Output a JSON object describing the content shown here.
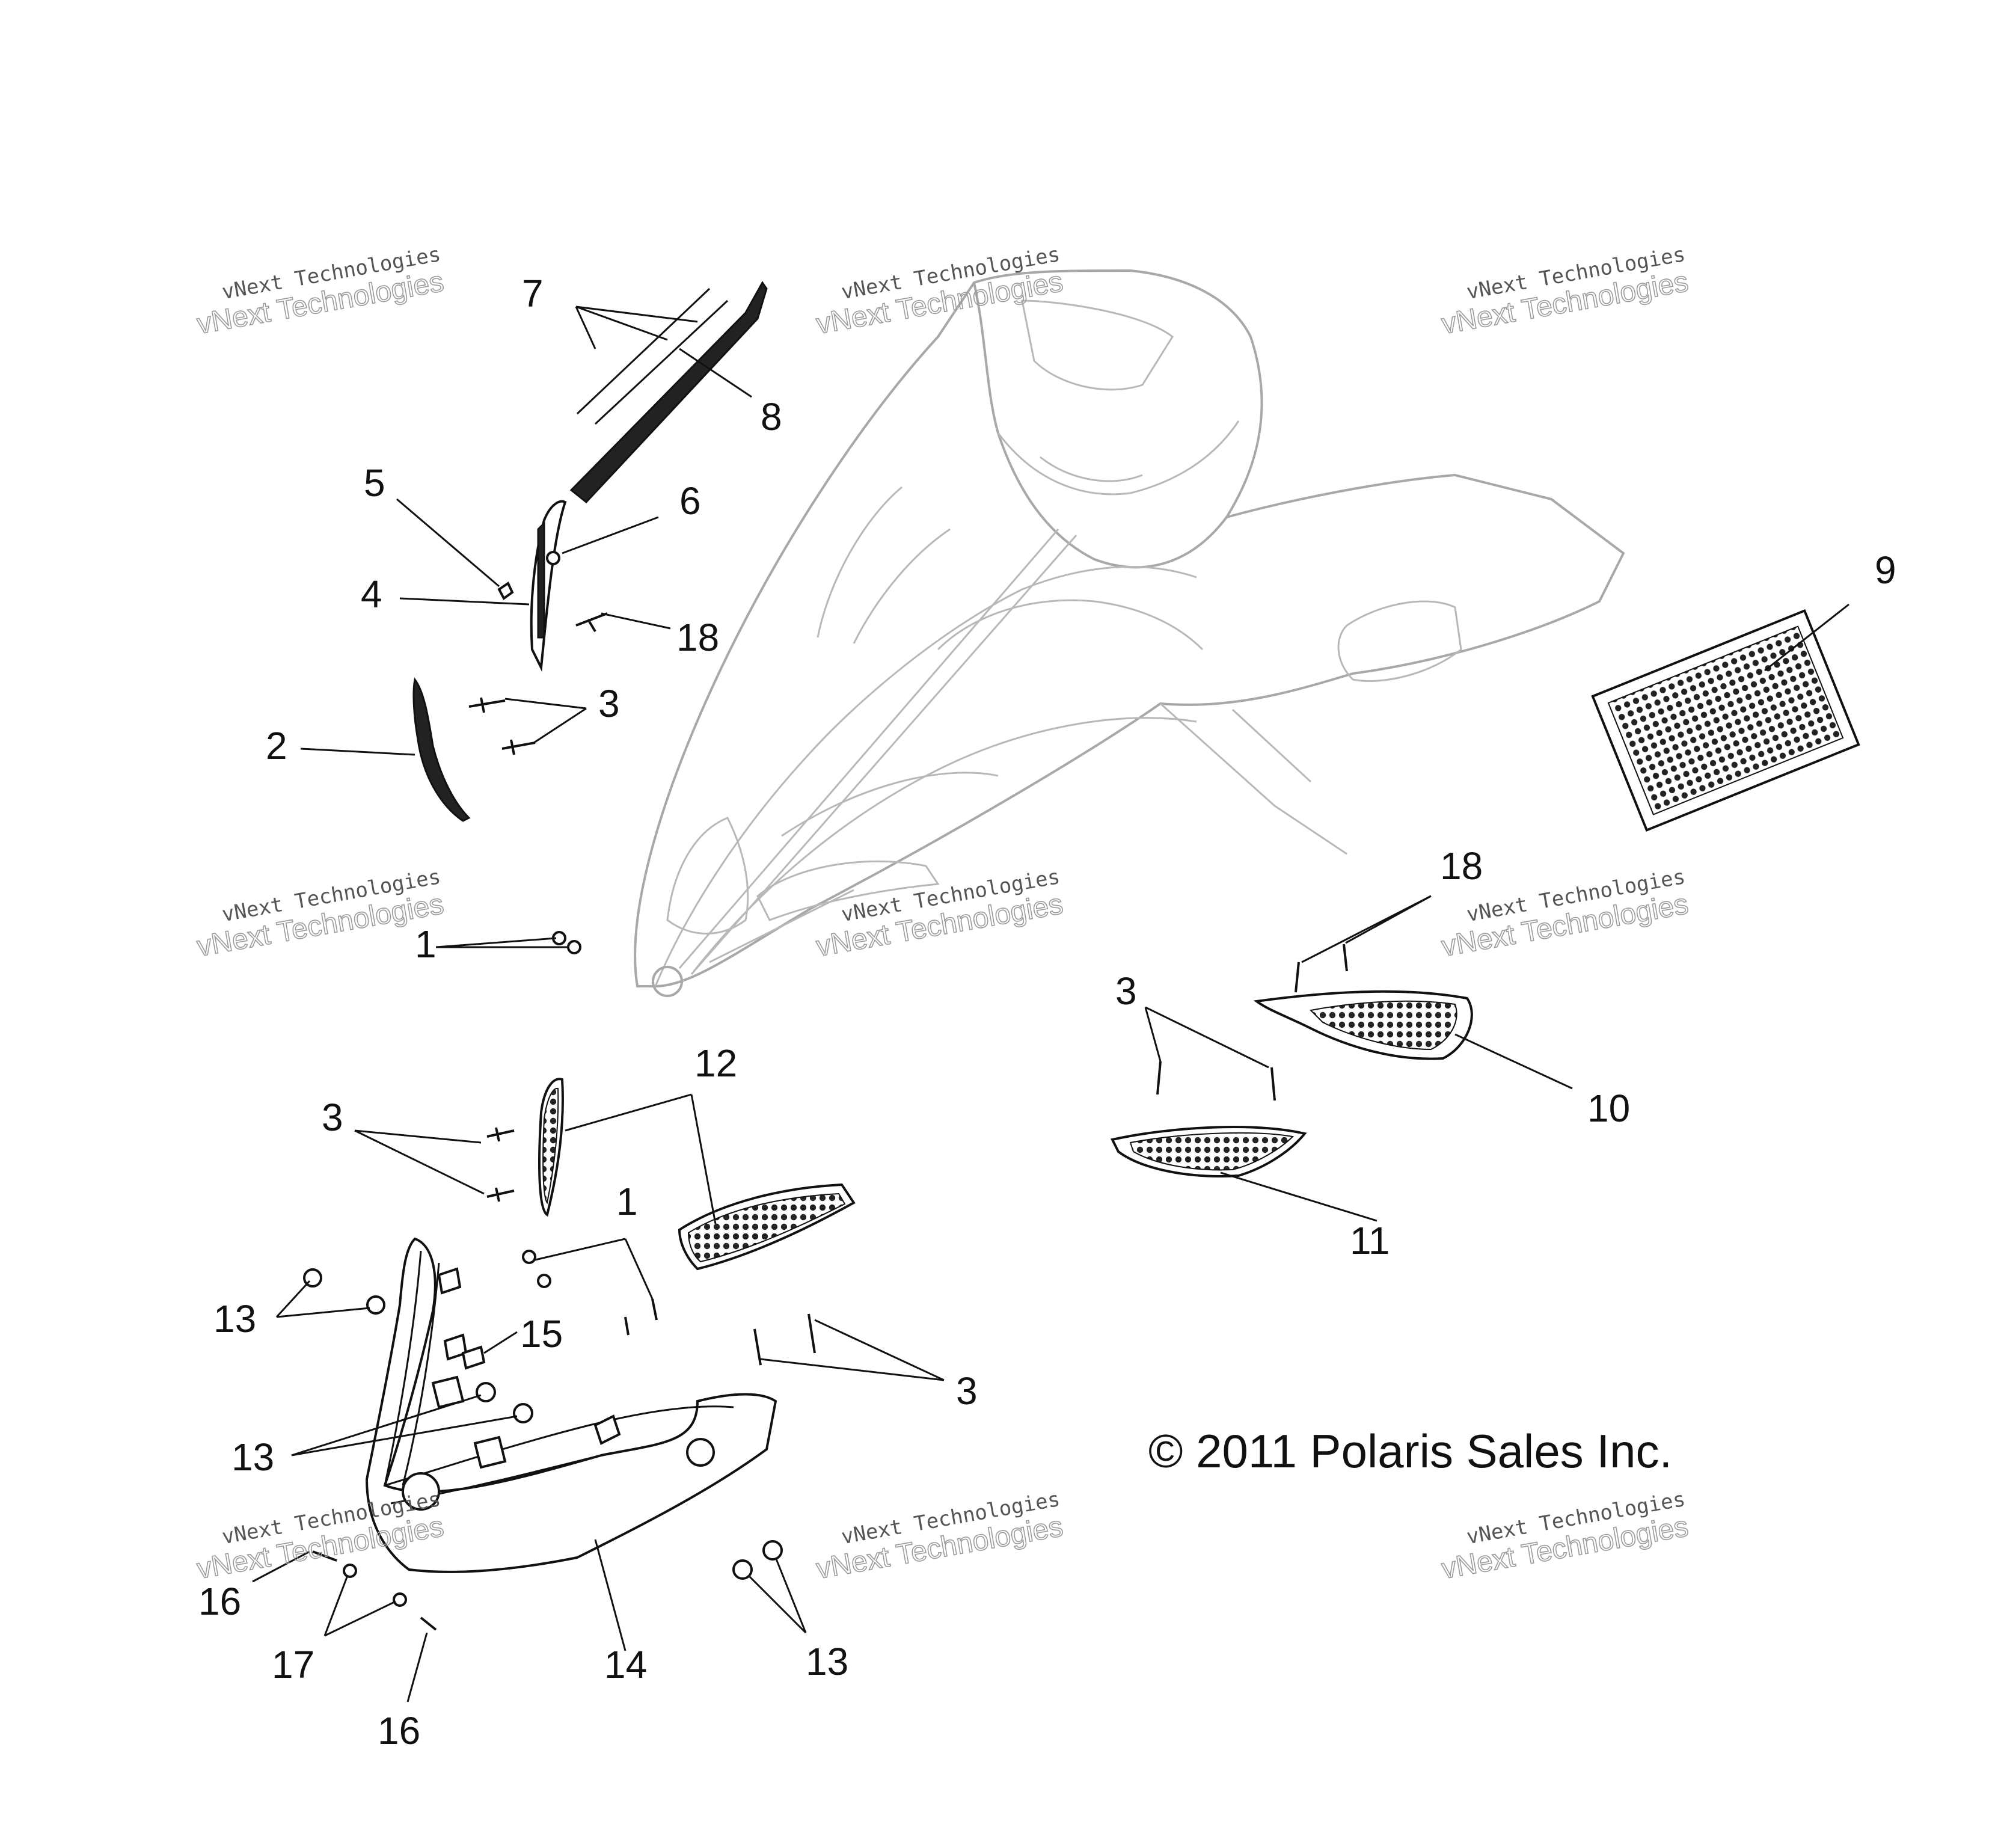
{
  "callouts": {
    "c1a": "1",
    "c1b": "1",
    "c2": "2",
    "c3a": "3",
    "c3b": "3",
    "c3c": "3",
    "c3d": "3",
    "c4": "4",
    "c5": "5",
    "c6": "6",
    "c7": "7",
    "c8": "8",
    "c9": "9",
    "c10": "10",
    "c11": "11",
    "c12": "12",
    "c13a": "13",
    "c13b": "13",
    "c13c": "13",
    "c14": "14",
    "c15": "15",
    "c16a": "16",
    "c16b": "16",
    "c17": "17",
    "c18a": "18",
    "c18b": "18"
  },
  "watermark": {
    "line1": "vNext Technologies",
    "line2": "vNext Technologies"
  },
  "copyright": "© 2011 Polaris Sales Inc."
}
